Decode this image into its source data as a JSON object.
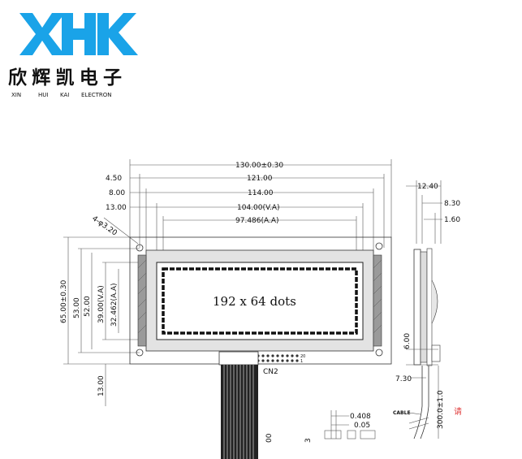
{
  "logo": {
    "mark": "XHK",
    "name_cn": "欣辉凯电子",
    "name_en": [
      "XIN",
      "HUI",
      "KAI",
      "ELECTRON"
    ],
    "color": "#1aa3e8"
  },
  "display": {
    "label": "192 x 64 dots",
    "connector": "CN2",
    "cable": "CABLE",
    "stamp": "请"
  },
  "dims_horizontal": {
    "overall": "130.00±0.30",
    "mount": "4.50",
    "pitch": "121.00",
    "outline": "8.00",
    "bezel": "114.00",
    "va_offset": "13.00",
    "va": "104.00(V.A)",
    "aa": "97.486(A.A)"
  },
  "dims_vertical": {
    "overall": "65.00±0.30",
    "outline": "53.00",
    "bezel": "52.00",
    "va": "39.00(V.A)",
    "aa": "32.462(A.A)",
    "bottom": "13.00"
  },
  "hole": "4-φ3.20",
  "side_view": {
    "thickness": "12.40",
    "module": "8.30",
    "glass": "1.60",
    "pin": "6.00",
    "lead": "7.30",
    "cable_length": "300.0±1.0"
  },
  "detail": {
    "a": "0.408",
    "b": "0.05",
    "c": "00",
    "d": "3"
  },
  "connector_pins": [
    "20",
    "1"
  ]
}
